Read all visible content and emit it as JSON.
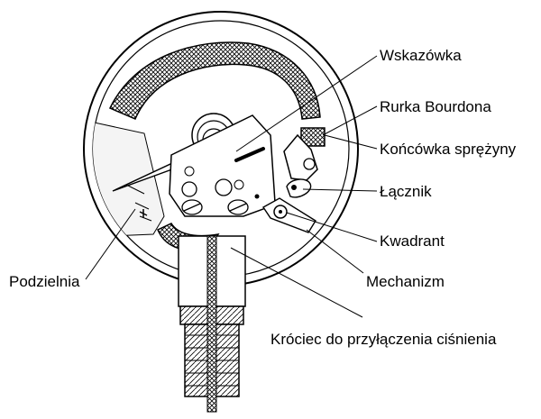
{
  "labels": {
    "pointer": "Wskazówka",
    "bourdon_tube": "Rurka Bourdona",
    "spring_end": "Końcówka sprężyny",
    "link": "Łącznik",
    "quadrant": "Kwadrant",
    "movement": "Mechanizm",
    "dial": "Podzielnia",
    "connection": "Króciec do przyłączenia ciśnienia"
  }
}
